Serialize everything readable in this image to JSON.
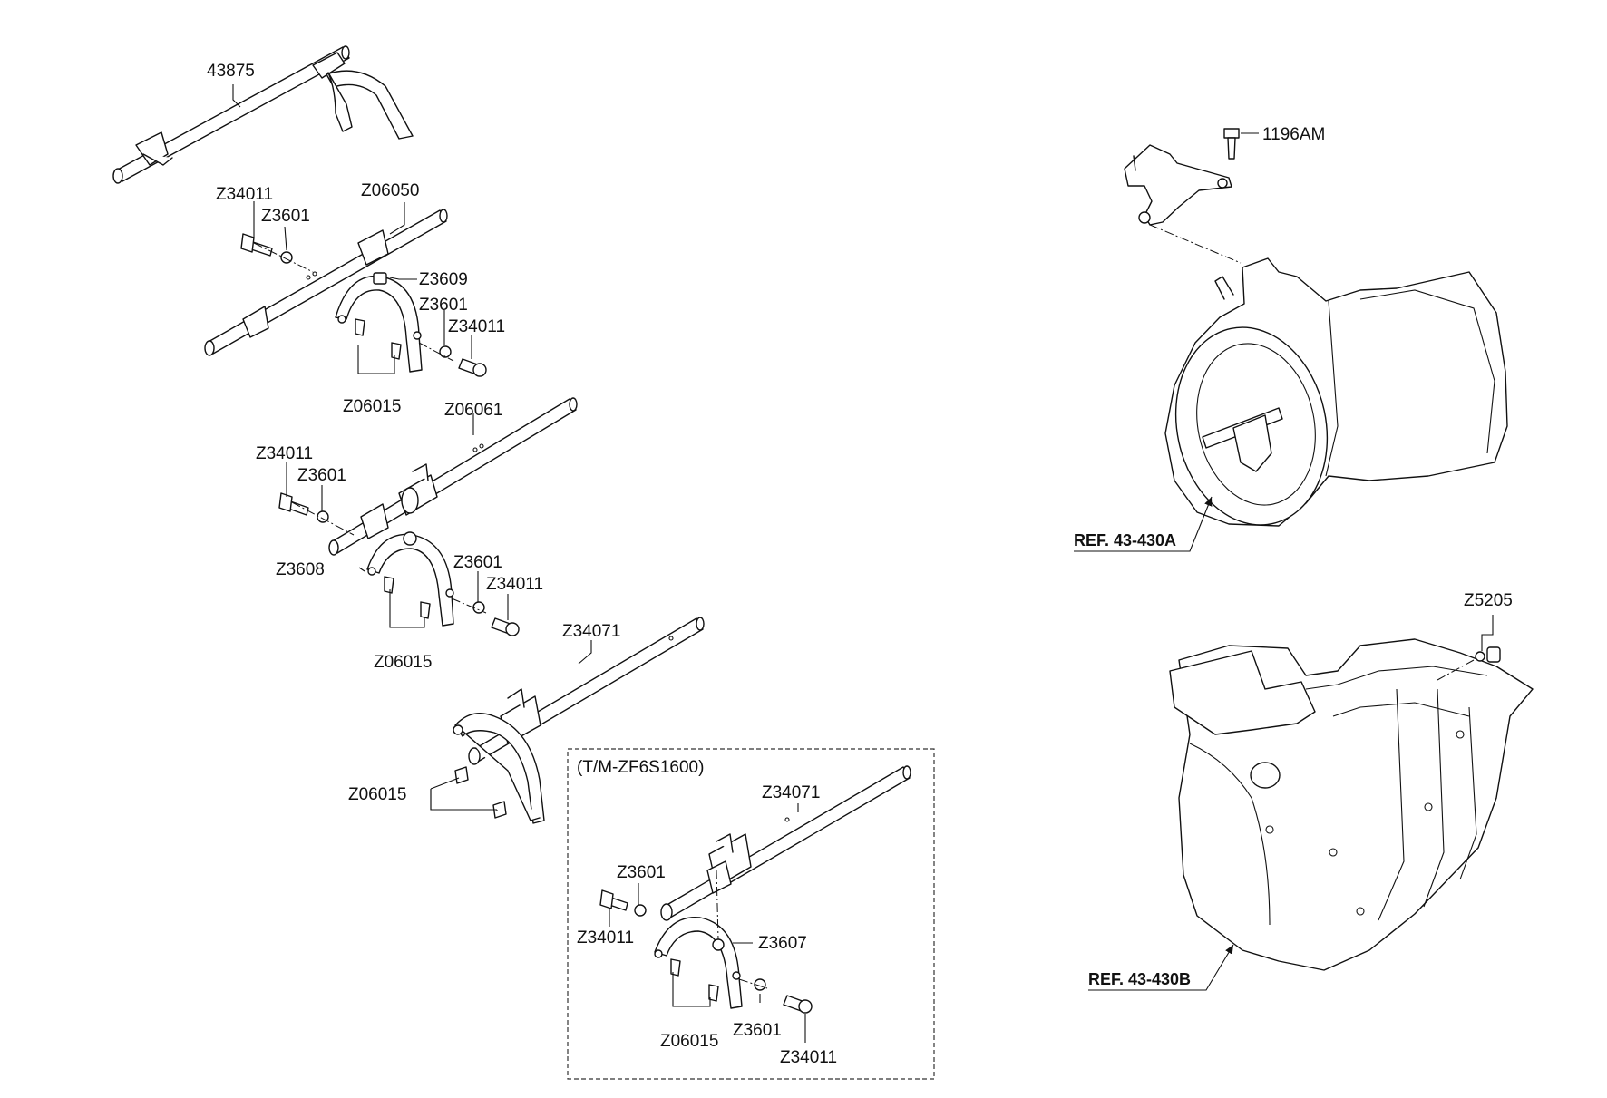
{
  "labels": {
    "p43875": "43875",
    "z34011_a": "Z34011",
    "z3601_a": "Z3601",
    "z06050": "Z06050",
    "z3609": "Z3609",
    "z3601_b": "Z3601",
    "z34011_b": "Z34011",
    "z06015_a": "Z06015",
    "z06061": "Z06061",
    "z34011_c": "Z34011",
    "z3601_c": "Z3601",
    "z3608": "Z3608",
    "z3601_d": "Z3601",
    "z34011_d": "Z34011",
    "z06015_b": "Z06015",
    "z34071_a": "Z34071",
    "z06015_c": "Z06015",
    "p1196am": "1196AM",
    "z5205": "Z5205"
  },
  "inset": {
    "title": "(T/M-ZF6S1600)",
    "z34071": "Z34071",
    "z3601_top": "Z3601",
    "z34011_left": "Z34011",
    "z3607": "Z3607",
    "z06015": "Z06015",
    "z3601_bottom": "Z3601",
    "z34011_bottom": "Z34011"
  },
  "refs": {
    "ref_a": "REF. 43-430A",
    "ref_b": "REF. 43-430B"
  }
}
